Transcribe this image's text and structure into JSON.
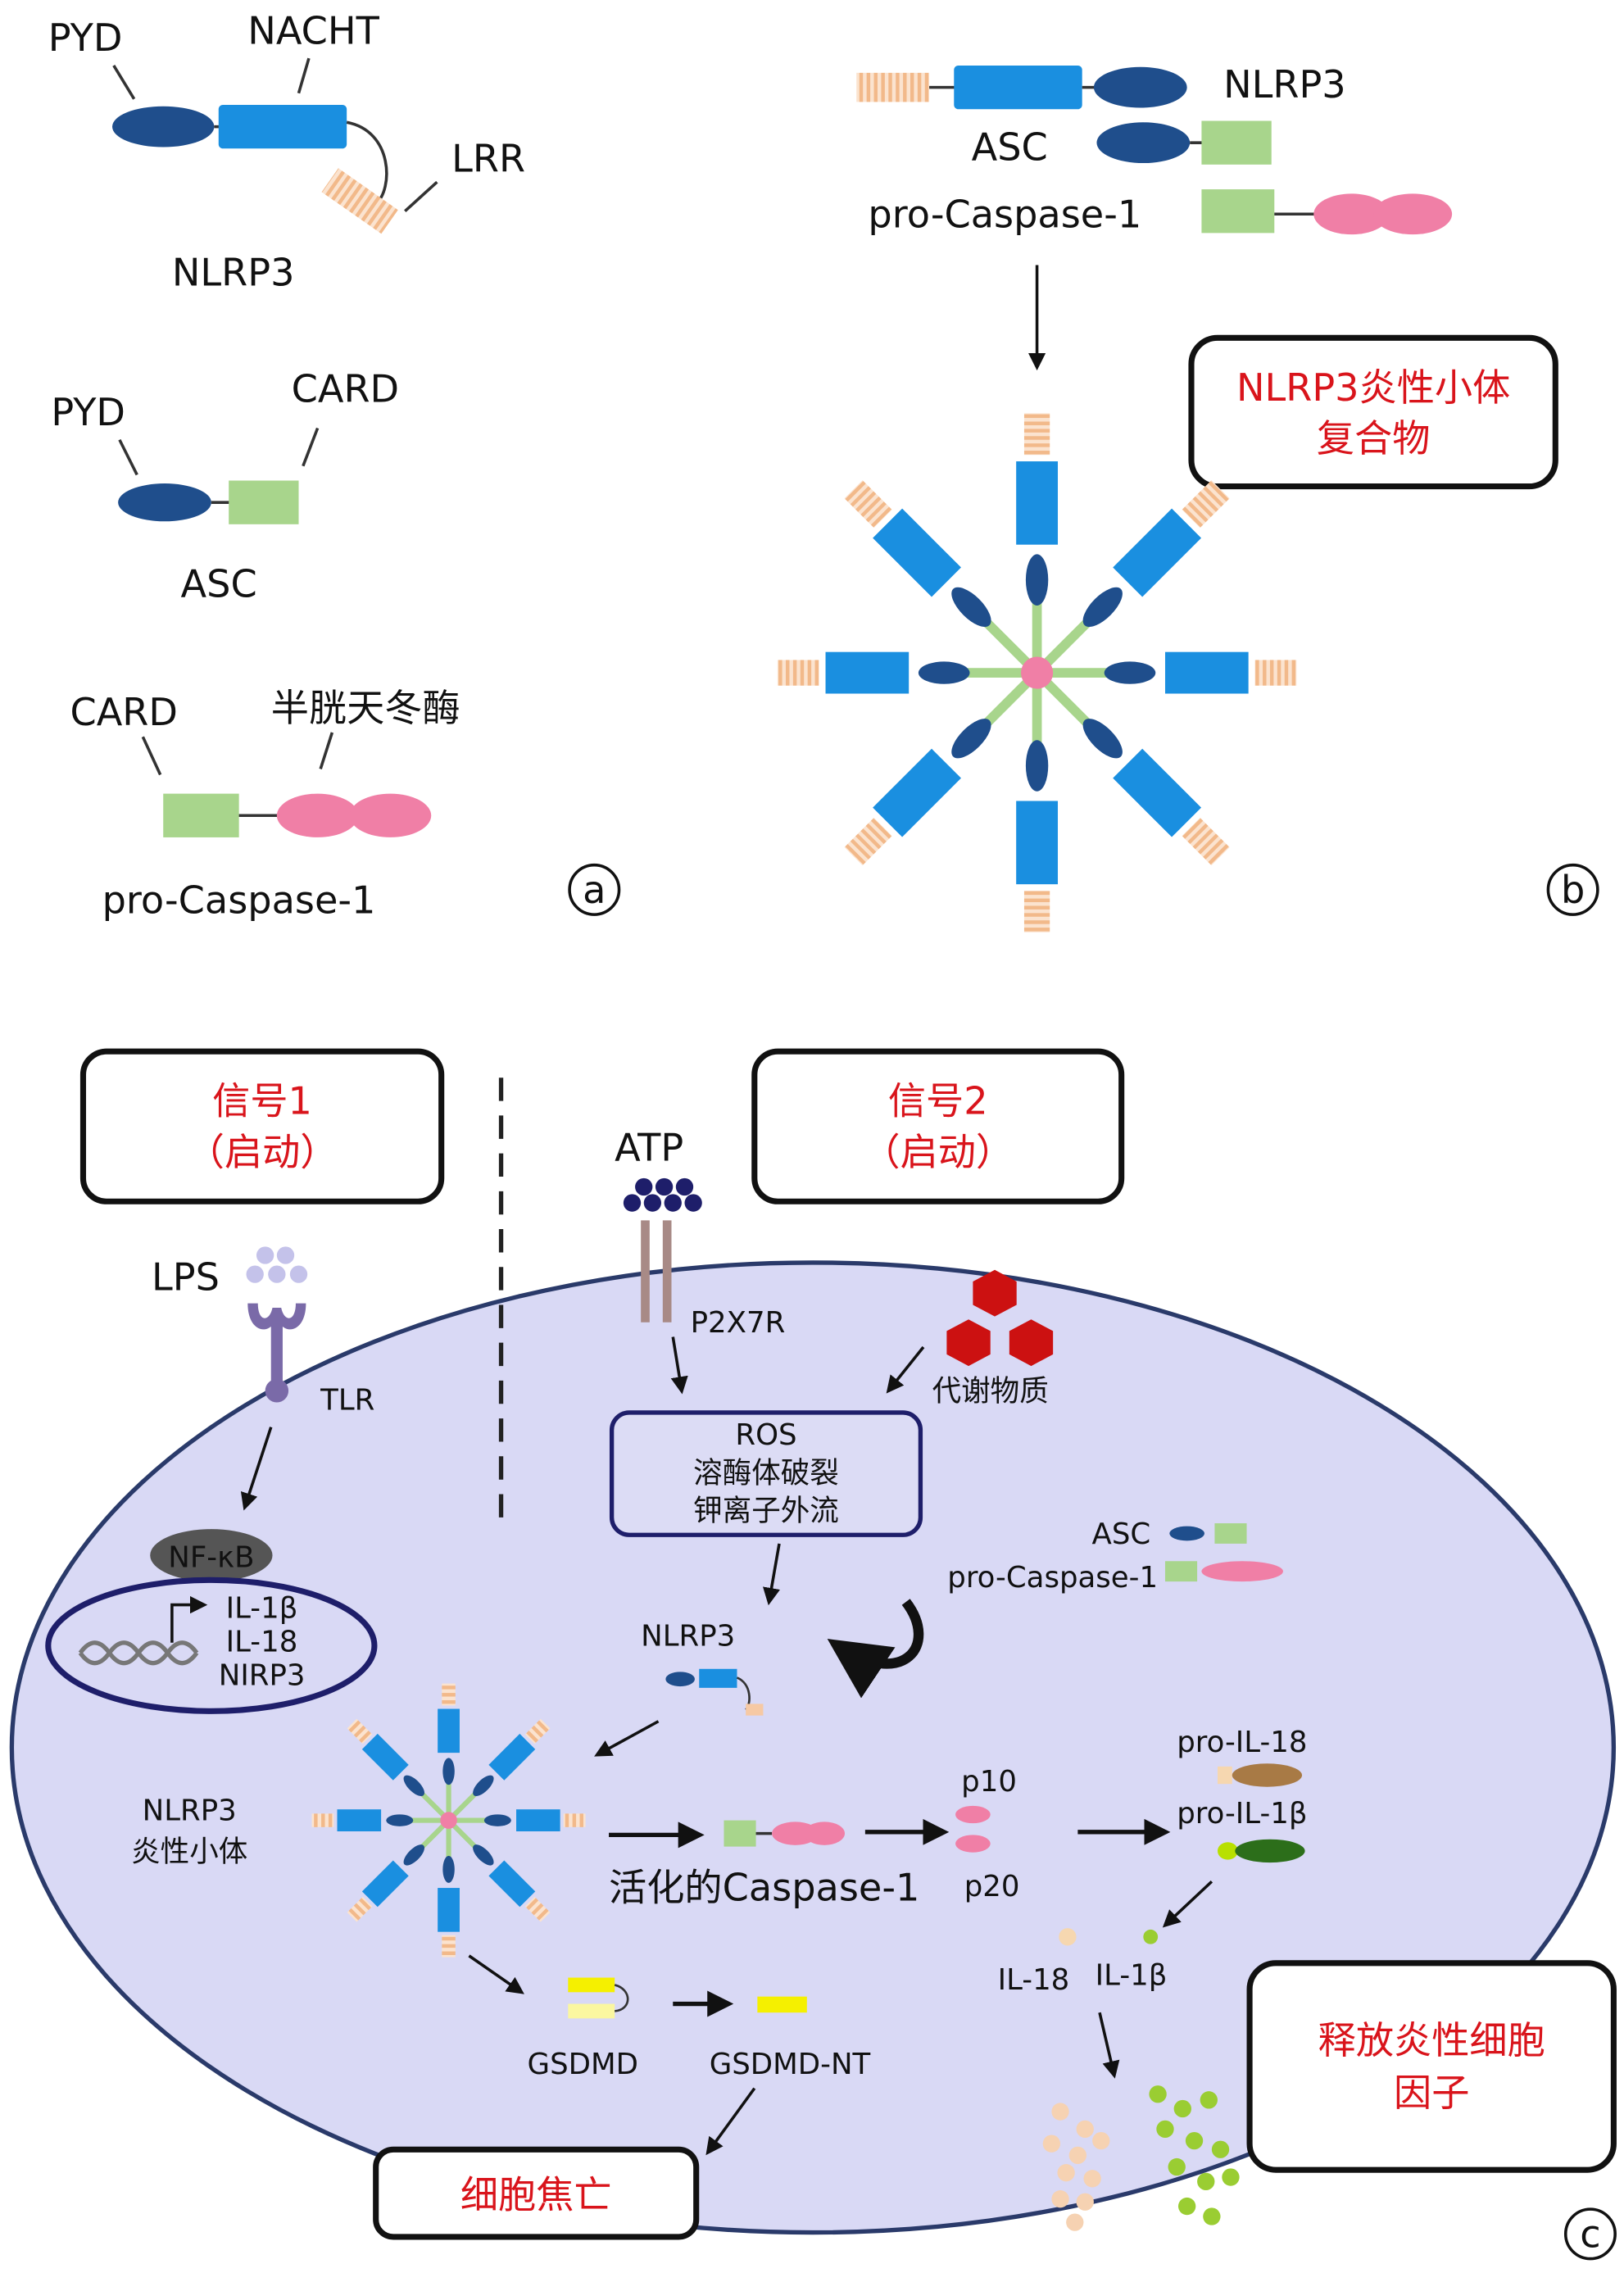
{
  "panel_a": {
    "nlrp3": {
      "pyd": "PYD",
      "nacht": "NACHT",
      "lrr": "LRR",
      "name": "NLRP3"
    },
    "asc": {
      "pyd": "PYD",
      "card": "CARD",
      "name": "ASC"
    },
    "caspase": {
      "card": "CARD",
      "enzyme": "半胱天冬酶",
      "name": "pro-Caspase-1"
    },
    "marker": "a"
  },
  "panel_b": {
    "nlrp3": "NLRP3",
    "asc": "ASC",
    "pro_caspase": "pro-Caspase-1",
    "complex_line1": "NLRP3炎性小体",
    "complex_line2": "复合物",
    "marker": "b"
  },
  "panel_c": {
    "signal1": {
      "line1": "信号1",
      "line2": "（启动）"
    },
    "signal2": {
      "line1": "信号2",
      "line2": "（启动）"
    },
    "atp": "ATP",
    "lps": "LPS",
    "tlr": "TLR",
    "p2x7r": "P2X7R",
    "metabolites": "代谢物质",
    "stimuli": [
      "ROS",
      "溶酶体破裂",
      "钾离子外流"
    ],
    "nfkb": "NF-κB",
    "genes": [
      "IL-1β",
      "IL-18",
      "NIRP3"
    ],
    "asc": "ASC",
    "pro_caspase": "pro-Caspase-1",
    "nlrp3": "NLRP3",
    "inflammasome": [
      "NLRP3",
      "炎性小体"
    ],
    "active_caspase": "活化的Caspase-1",
    "p10": "p10",
    "p20": "p20",
    "pro_il18": "pro-IL-18",
    "pro_il1b": "pro-IL-1β",
    "il18": "IL-18",
    "il1b": "IL-1β",
    "gsdmd": "GSDMD",
    "gsdmd_nt": "GSDMD-NT",
    "pyroptosis": "细胞焦亡",
    "release": [
      "释放炎性细胞",
      "因子"
    ],
    "marker": "c"
  },
  "colors": {
    "nacht_blue": "#1a8fe0",
    "pyd_navy": "#1f4e8c",
    "card_green": "#a8d58c",
    "caspase_pink": "#f07fa6",
    "lrr_peach": "#f6c9a4",
    "cell_fill": "#d9d9f5",
    "title_red": "#d9141b",
    "metabolite_red": "#cc1111",
    "gsdmd_yellow": "#f5f000"
  }
}
